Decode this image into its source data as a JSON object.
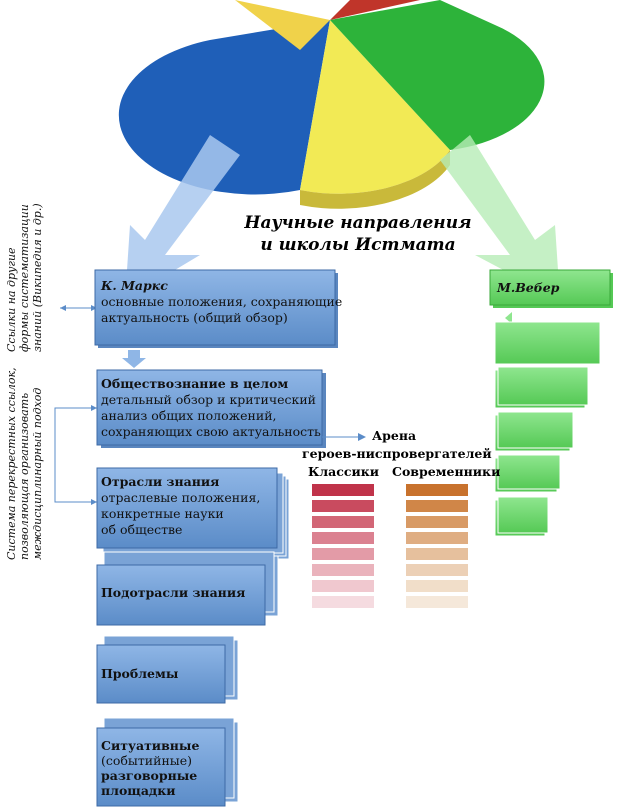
{
  "title": {
    "line1": "Научные направления",
    "line2": "и школы Истмата"
  },
  "side_labels": {
    "outer": "Ссылки на другие",
    "outer2": "формы систематизации",
    "outer3": "знаний (Википедия и др.)",
    "inner1": "Система перекрестных ссылок,",
    "inner2": "позволяющая организовать",
    "inner3": "междисциплинарный подход"
  },
  "levels": {
    "marx": {
      "title": "К. Маркс",
      "text1": "основные положения, сохраняющие",
      "text2": "актуальность (общий обзор)"
    },
    "social": {
      "title": "Обществознание в целом",
      "text1": "детальный обзор и критический",
      "text2": "анализ общих положений,",
      "text3": "сохраняющих свою актуальность"
    },
    "branches": {
      "title": "Отрасли знания",
      "text1": "отраслевые положения,",
      "text2": "конкретные науки",
      "text3": "об обществе"
    },
    "subbranches": {
      "title": "Подотрасли знания"
    },
    "problems": {
      "title": "Проблемы"
    },
    "situational": {
      "line1": "Ситуативные",
      "line2": "(событийные)",
      "line3": "разговорные",
      "line4": "площадки"
    }
  },
  "weber": {
    "title": "М.Вебер"
  },
  "arena": {
    "line1": "Арена",
    "line2": "героев-ниспровергателей",
    "classics": "Классики",
    "moderns": "Современники"
  },
  "colors": {
    "blue": "#6f9fd8",
    "green": "#7bdc7b",
    "red": "#c0334a",
    "orange": "#c8722d"
  }
}
